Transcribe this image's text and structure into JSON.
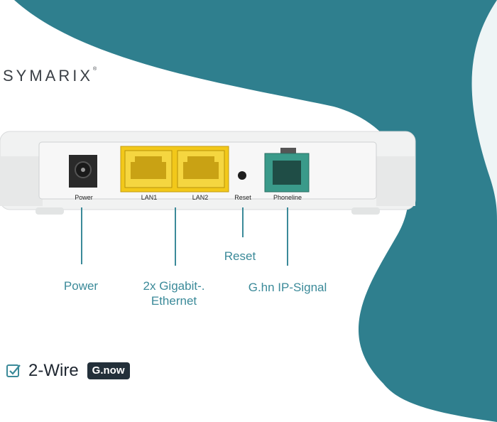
{
  "brand": {
    "logo_text": "SYMARIX",
    "trademark": "®"
  },
  "ports": {
    "power": "Power",
    "lan1": "LAN1",
    "lan2": "LAN2",
    "reset": "Reset",
    "phoneline": "Phoneline"
  },
  "callouts": {
    "power": "Power",
    "ethernet_line1": "2x Gigabit-.",
    "ethernet_line2": "Ethernet",
    "reset": "Reset",
    "ghn": "G.hn IP-Signal"
  },
  "feature": {
    "wire_label": "2-Wire",
    "badge_label": "G.now"
  },
  "colors": {
    "teal": "#2f7f8e",
    "callout": "#3b8a99",
    "lan_yellow": "#f2c81a",
    "phone_teal": "#3a9a8a"
  }
}
